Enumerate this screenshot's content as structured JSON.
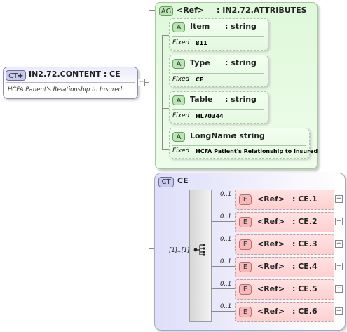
{
  "content": {
    "badge": "CT",
    "name": "IN2.72.CONTENT",
    "type": ": CE",
    "doc": "HCFA Patient's Relationship to Insured"
  },
  "attribute_group": {
    "badge": "AG",
    "ref": "<Ref>",
    "name": ": IN2.72.ATTRIBUTES",
    "attributes": [
      {
        "badge": "A",
        "name": "Item",
        "type": ": string",
        "fixed_label": "Fixed",
        "fixed_value": "811"
      },
      {
        "badge": "A",
        "name": "Type",
        "type": ": string",
        "fixed_label": "Fixed",
        "fixed_value": "CE"
      },
      {
        "badge": "A",
        "name": "Table",
        "type": ": string",
        "fixed_label": "Fixed",
        "fixed_value": "HL70344"
      },
      {
        "badge": "A",
        "name": "LongName",
        "type": ": string",
        "fixed_label": "Fixed",
        "fixed_value": "HCFA Patient's Relationship to Insured"
      }
    ]
  },
  "complex_type": {
    "badge": "CT",
    "name": "CE",
    "sequence_multiplicity": "[1]..[1]",
    "elements": [
      {
        "badge": "E",
        "ref": "<Ref>",
        "name": ": CE.1",
        "multiplicity": "0..1"
      },
      {
        "badge": "E",
        "ref": "<Ref>",
        "name": ": CE.2",
        "multiplicity": "0..1"
      },
      {
        "badge": "E",
        "ref": "<Ref>",
        "name": ": CE.3",
        "multiplicity": "0..1"
      },
      {
        "badge": "E",
        "ref": "<Ref>",
        "name": ": CE.4",
        "multiplicity": "0..1"
      },
      {
        "badge": "E",
        "ref": "<Ref>",
        "name": ": CE.5",
        "multiplicity": "0..1"
      },
      {
        "badge": "E",
        "ref": "<Ref>",
        "name": ": CE.6",
        "multiplicity": "0..1"
      }
    ]
  },
  "colors": {
    "ct_header": "#dcdcf8",
    "attribute_bg": "#e4f8e0",
    "element_bg": "#ffd6d6"
  }
}
